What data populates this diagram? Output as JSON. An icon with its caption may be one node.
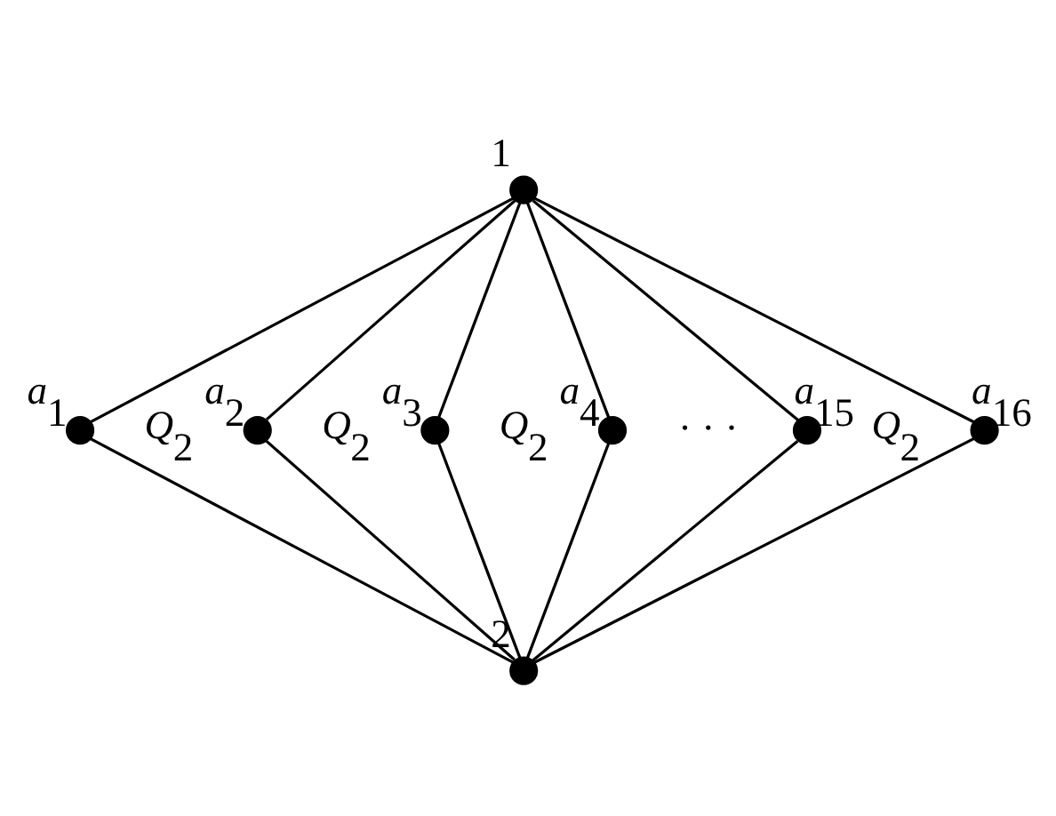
{
  "diagram": {
    "nodes": [
      {
        "text": [],
        "shape": "circle",
        "beside": [
          "1"
        ]
      },
      {
        "text": [],
        "shape": "circle",
        "beside": [
          "a$_{1}$"
        ]
      },
      {
        "text": [],
        "shape": "circle",
        "beside": [
          "a$_{2}$"
        ]
      },
      {
        "text": [],
        "shape": "circle",
        "beside": [
          "a$_{3}$"
        ]
      },
      {
        "text": [],
        "shape": "circle",
        "beside": [
          "a$_{4}$"
        ]
      },
      {
        "text": [],
        "shape": "circle",
        "beside": [
          "a$_{15}$"
        ]
      },
      {
        "text": [],
        "shape": "circle",
        "beside": [
          "a$_{16}$"
        ]
      },
      {
        "text": [],
        "shape": "circle",
        "beside": [
          "2"
        ]
      }
    ],
    "edges": [
      {
        "from": 0,
        "to": 1,
        "arrow": "none"
      },
      {
        "from": 0,
        "to": 2,
        "arrow": "none"
      },
      {
        "from": 0,
        "to": 3,
        "arrow": "none"
      },
      {
        "from": 0,
        "to": 4,
        "arrow": "none"
      },
      {
        "from": 0,
        "to": 5,
        "arrow": "none"
      },
      {
        "from": 0,
        "to": 6,
        "arrow": "none"
      },
      {
        "from": 1,
        "to": 7,
        "arrow": "none"
      },
      {
        "from": 2,
        "to": 7,
        "arrow": "none"
      },
      {
        "from": 3,
        "to": 7,
        "arrow": "none"
      },
      {
        "from": 4,
        "to": 7,
        "arrow": "none"
      },
      {
        "from": 5,
        "to": 7,
        "arrow": "none"
      },
      {
        "from": 6,
        "to": 7,
        "arrow": "none"
      }
    ],
    "labels": [
      "Q$_{2}$",
      "Q$_{2}$",
      "Q$_{2}$",
      "· · ·",
      "Q$_{2}$"
    ]
  }
}
